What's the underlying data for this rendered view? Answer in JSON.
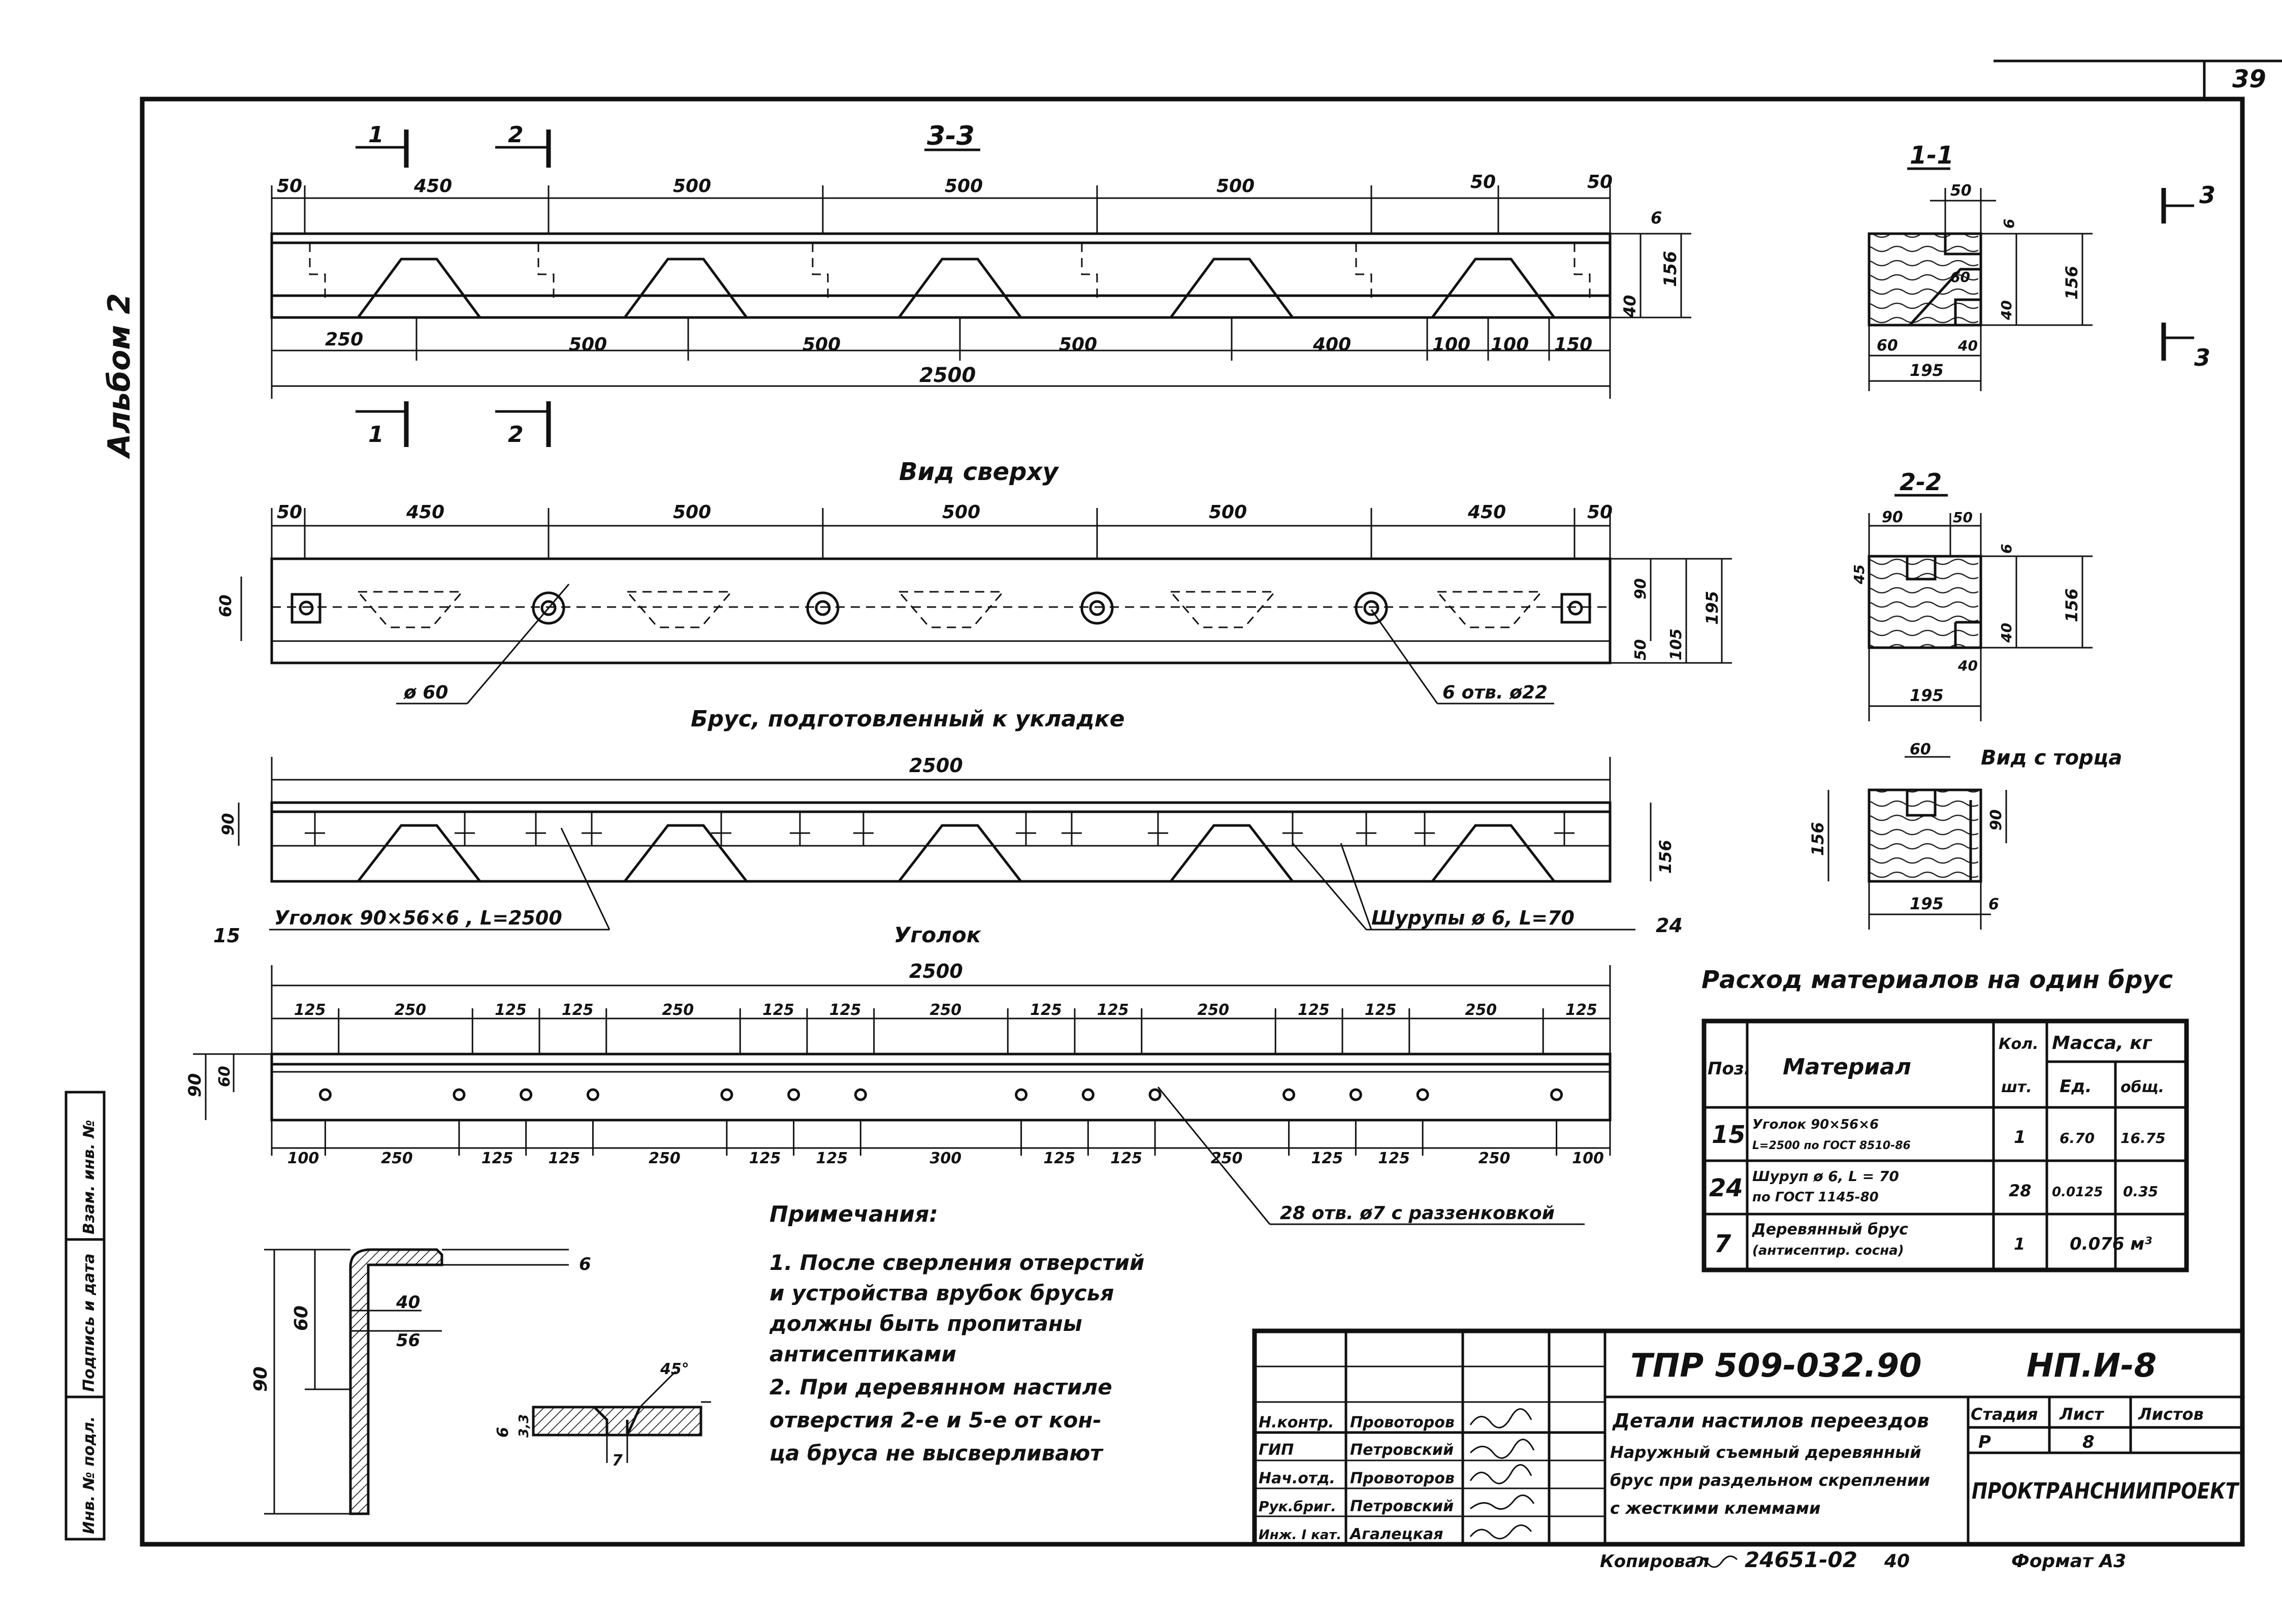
{
  "page": {
    "sheet_number": "39",
    "album_label": "Альбом 2"
  },
  "section_3_3": {
    "title": "3-3",
    "cut_marks": [
      "1",
      "2",
      "1",
      "2"
    ],
    "top_dims": [
      "50",
      "450",
      "500",
      "500",
      "500",
      "50",
      "50"
    ],
    "bottom_dims": [
      "250",
      "500",
      "500",
      "500",
      "400",
      "100",
      "100",
      "150"
    ],
    "total": "2500",
    "right_dims": [
      "6",
      "156",
      "40"
    ]
  },
  "section_1_1": {
    "title": "1-1",
    "dims": [
      "50",
      "6",
      "60",
      "40",
      "156",
      "60",
      "40",
      "195"
    ]
  },
  "section_2_2": {
    "title": "2-2",
    "dims": [
      "90",
      "50",
      "6",
      "45",
      "40",
      "156",
      "40",
      "195"
    ]
  },
  "end_view": {
    "title": "Вид с торца",
    "dims": [
      "60",
      "90",
      "156",
      "195",
      "6"
    ]
  },
  "section_marker_3": {
    "label": "3"
  },
  "top_view": {
    "title": "Вид сверху",
    "top_dims": [
      "50",
      "450",
      "500",
      "500",
      "500",
      "450",
      "50"
    ],
    "left_dim": "60",
    "right_dims": [
      "90",
      "195",
      "50",
      "105"
    ],
    "hole_label_left": "ø 60",
    "hole_label_right": "6 отв. ø22"
  },
  "prepared_beam": {
    "title": "Брус, подготовленный к укладке",
    "total": "2500",
    "left_dim": "90",
    "right_dim": "156",
    "callout_angle": "Уголок 90×56×6 , L=2500",
    "callout_angle_pos": "15",
    "callout_screw": "Шурупы ø 6, L=70",
    "callout_screw_pos": "24"
  },
  "angle_view": {
    "title": "Уголок",
    "total": "2500",
    "top_dims": [
      "125",
      "250",
      "125",
      "125",
      "250",
      "125",
      "125",
      "250",
      "125",
      "125",
      "250",
      "125",
      "125",
      "250",
      "125"
    ],
    "bottom_dims": [
      "100",
      "250",
      "125",
      "125",
      "250",
      "125",
      "125",
      "300",
      "125",
      "125",
      "250",
      "125",
      "125",
      "250",
      "100"
    ],
    "left_dims": [
      "90",
      "60"
    ],
    "holes_label": "28 отв. ø7 с раззенковкой"
  },
  "angle_section": {
    "dims": [
      "6",
      "40",
      "56",
      "60",
      "90"
    ],
    "detail_dims": [
      "45°",
      "6",
      "3,3",
      "7"
    ]
  },
  "notes": {
    "title": "Примечания:",
    "lines": [
      "1. После сверления отверстий",
      "и устройства врубок брусья",
      "должны быть пропитаны",
      "антисептиками",
      "2. При деревянном настиле",
      "отверстия 2-е и 5-е от кон-",
      "ца бруса не высверливают"
    ]
  },
  "materials": {
    "title": "Расход материалов на один брус",
    "headers": {
      "pos": "Поз.",
      "material": "Материал",
      "qty": "Кол.",
      "qty_unit": "шт.",
      "mass": "Масса, кг",
      "mass_unit": "Ед.",
      "mass_total": "общ."
    },
    "rows": [
      {
        "pos": "15",
        "material_1": "Уголок 90×56×6",
        "material_2": "L=2500 по ГОСТ 8510-86",
        "qty": "1",
        "unit_mass": "6.70",
        "total_mass": "16.75"
      },
      {
        "pos": "24",
        "material_1": "Шуруп ø 6, L = 70",
        "material_2": "по ГОСТ 1145-80",
        "qty": "28",
        "unit_mass": "0.0125",
        "total_mass": "0.35"
      },
      {
        "pos": "7",
        "material_1": "Деревянный брус",
        "material_2": "(антисептир. сосна)",
        "qty": "1",
        "unit_mass": "",
        "total_mass": "0.076 м³"
      }
    ]
  },
  "title_block": {
    "code": "ТПР 509-032.90",
    "sheet_code": "НП.И-8",
    "description": [
      "Детали настилов переездов",
      "Наружный съемный деревянный",
      "брус при раздельном скреплении",
      "с жесткими клеммами"
    ],
    "stage_label": "Стадия",
    "sheet_label": "Лист",
    "sheets_label": "Листов",
    "stage": "Р",
    "sheet": "8",
    "organization": "ПРОКТРАНСНИИПРОЕКТ",
    "roles": [
      "Н.контр.",
      "ГИП",
      "Нач.отд.",
      "Рук.бриг.",
      "Инж. I кат."
    ],
    "names": [
      "Провоторов",
      "Петровский",
      "Провоторов",
      "Петровский",
      "Агалецкая"
    ]
  },
  "side_stamp": {
    "cells": [
      "Инв. № подл.",
      "Подпись и дата",
      "Взам. инв. №"
    ]
  },
  "footer": {
    "copied": "Копировал",
    "number": "24651-02",
    "page": "40",
    "format": "Формат А3"
  }
}
